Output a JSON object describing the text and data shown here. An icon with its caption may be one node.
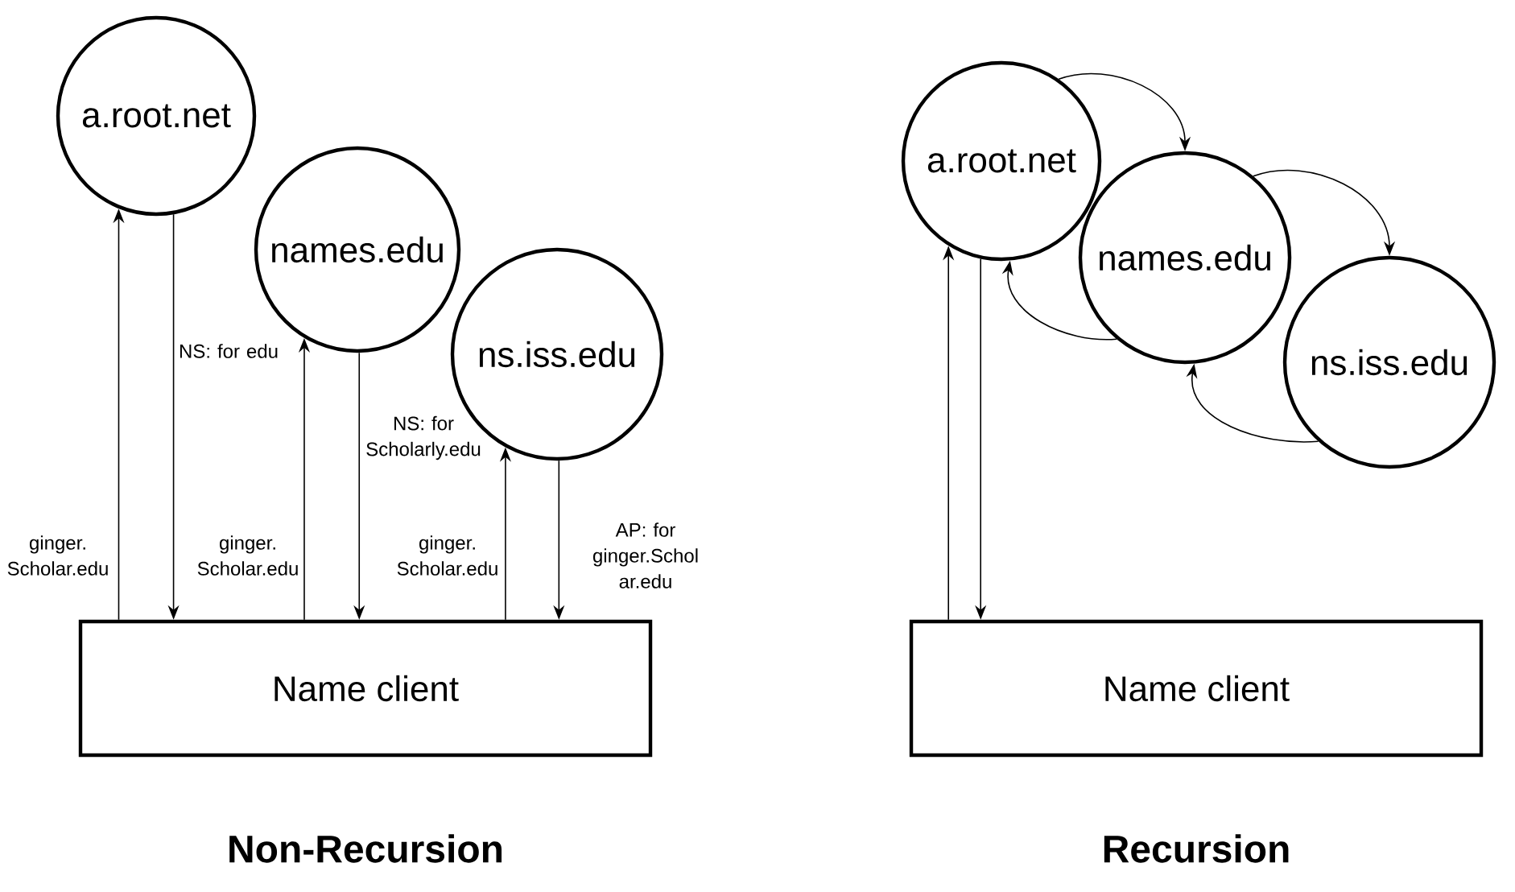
{
  "diagram": {
    "nodes": [
      {
        "text": [
          "a.root.net"
        ]
      },
      {
        "text": [
          "names.edu"
        ]
      },
      {
        "text": [
          "ns.iss.edu"
        ]
      },
      {
        "text": [
          "Name client"
        ]
      },
      {
        "text": [
          "a.root.net"
        ]
      },
      {
        "text": [
          "names.edu"
        ]
      },
      {
        "text": [
          "ns.iss.edu"
        ]
      },
      {
        "text": [
          "Name client"
        ]
      }
    ],
    "edges": [
      {
        "from": 3,
        "to": 0,
        "arrow": "to",
        "label": "ginger. Scholar.edu"
      },
      {
        "from": 0,
        "to": 3,
        "arrow": "to",
        "label": "NS: for edu"
      },
      {
        "from": 3,
        "to": 1,
        "arrow": "to",
        "label": "ginger. Scholar.edu"
      },
      {
        "from": 1,
        "to": 3,
        "arrow": "to",
        "label": "NS: for Scholarly.edu"
      },
      {
        "from": 3,
        "to": 2,
        "arrow": "to",
        "label": "ginger. Scholar.edu"
      },
      {
        "from": 2,
        "to": 3,
        "arrow": "to",
        "label": "AP: for ginger.Schol ar.edu"
      },
      {
        "from": 7,
        "to": 4,
        "arrow": "to"
      },
      {
        "from": 4,
        "to": 7,
        "arrow": "to"
      },
      {
        "from": 4,
        "to": 5,
        "arrow": "to"
      },
      {
        "from": 5,
        "to": 4,
        "arrow": "to"
      },
      {
        "from": 5,
        "to": 6,
        "arrow": "to"
      },
      {
        "from": 6,
        "to": 5,
        "arrow": "to"
      }
    ],
    "labels": [
      "Non-Recursion",
      "Recursion"
    ]
  }
}
